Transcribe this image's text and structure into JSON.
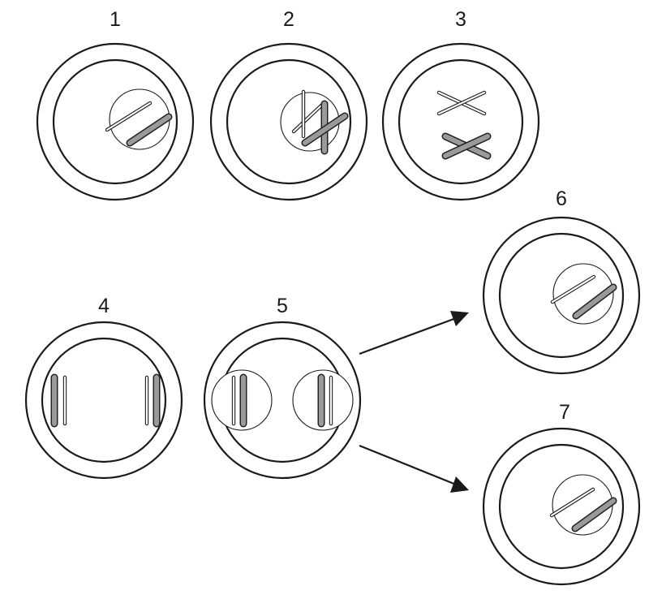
{
  "stages": [
    {
      "label": "1"
    },
    {
      "label": "2"
    },
    {
      "label": "3"
    },
    {
      "label": "4"
    },
    {
      "label": "5"
    },
    {
      "label": "6"
    },
    {
      "label": "7"
    }
  ],
  "colors": {
    "outline": "#1a1a1a",
    "dark_chromosome_fill": "#9a9a9a",
    "background": "#ffffff"
  }
}
